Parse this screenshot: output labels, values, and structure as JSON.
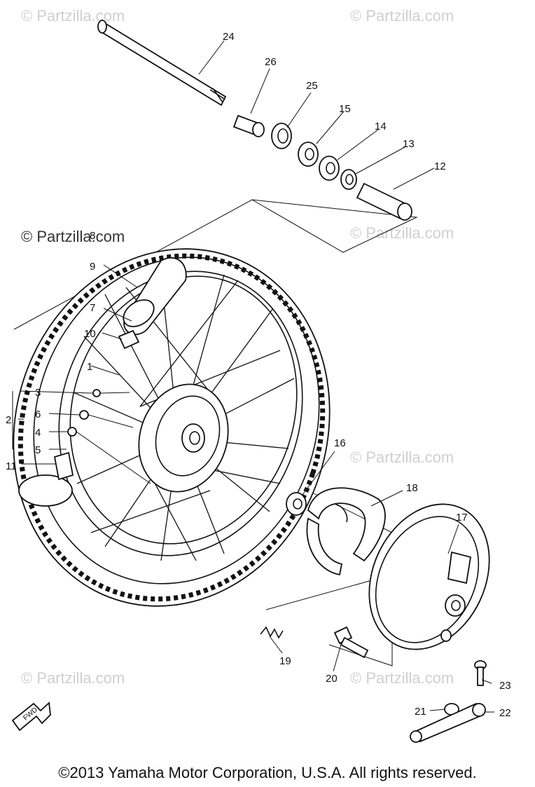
{
  "watermark": "© Partzilla.com",
  "callouts": {
    "p1": "1",
    "p2": "2",
    "p3": "3",
    "p4": "4",
    "p5": "5",
    "p6": "6",
    "p7": "7",
    "p8": "8",
    "p9": "9",
    "p10": "10",
    "p11": "11",
    "p12": "12",
    "p13": "13",
    "p14": "14",
    "p15": "15",
    "p16": "16",
    "p17": "17",
    "p18": "18",
    "p19": "19",
    "p20": "20",
    "p21": "21",
    "p22": "22",
    "p23": "23",
    "p24": "24",
    "p25": "25",
    "p26": "26"
  },
  "fwd_label": "FWD",
  "copyright": "©2013  Yamaha Motor Corporation, U.S.A. All rights reserved."
}
